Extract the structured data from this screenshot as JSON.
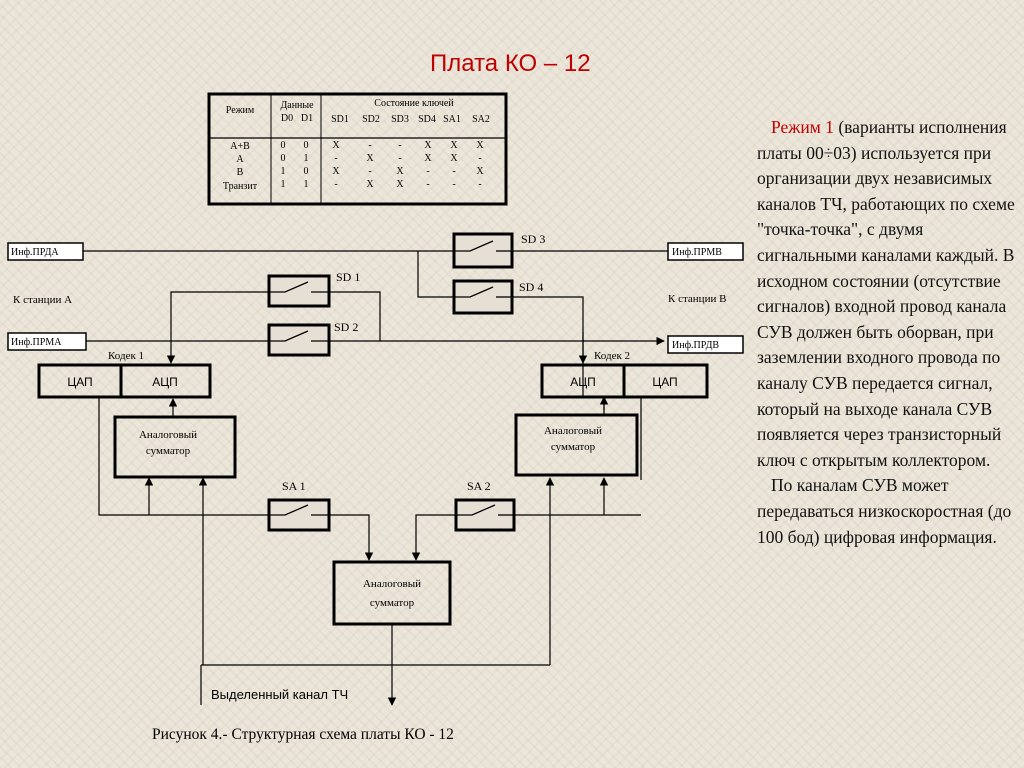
{
  "title": "Плата  КО – 12",
  "caption": "Рисунок 4.- Структурная схема платы КО - 12",
  "table": {
    "header": {
      "mode": "Режим",
      "data": "Данные",
      "data_cols": [
        "D0",
        "D1"
      ],
      "keys": "Состояние ключей",
      "key_cols": [
        "SD1",
        "SD2",
        "SD3",
        "SD4",
        "SA1",
        "SA2"
      ]
    },
    "rows": [
      {
        "mode": "А+В",
        "d0": "0",
        "d1": "0",
        "keys": [
          "X",
          "-",
          "-",
          "X",
          "X",
          "X"
        ]
      },
      {
        "mode": "А",
        "d0": "0",
        "d1": "1",
        "keys": [
          "-",
          "X",
          "-",
          "X",
          "X",
          "-"
        ]
      },
      {
        "mode": "В",
        "d0": "1",
        "d1": "0",
        "keys": [
          "X",
          "-",
          "X",
          "-",
          "-",
          "X"
        ]
      },
      {
        "mode": "Транзит",
        "d0": "1",
        "d1": "1",
        "keys": [
          "-",
          "X",
          "X",
          "-",
          "-",
          "-"
        ]
      }
    ]
  },
  "blocks": {
    "inf_prda": "Инф.ПРДА",
    "inf_prma": "Инф.ПРМА",
    "inf_prmv": "Инф.ПРМВ",
    "inf_prdv": "Инф.ПРДВ",
    "station_a": "К станции А",
    "station_b": "К станции В",
    "codec1": "Кодек 1",
    "codec2": "Кодек 2",
    "dac": "ЦАП",
    "adc": "АЦП",
    "summator_line1": "Аналоговый",
    "summator_line2": "сумматор",
    "sd1": "SD 1",
    "sd2": "SD 2",
    "sd3": "SD 3",
    "sd4": "SD 4",
    "sa1": "SA 1",
    "sa2": "SA 2",
    "output_channel": "Выделенный канал ТЧ"
  },
  "description": {
    "accent": "Режим 1",
    "para1": " (варианты исполнения платы 00÷03) используется при организации двух независимых каналов ТЧ, работающих по схеме \"точка-точка\", с  двумя сигнальными каналами каждый. В исходном состоянии (отсутствие сигналов) входной провод канала СУВ должен быть оборван, при заземлении входного провода по каналу СУВ передается сигнал, который на выходе канала СУВ появляется через транзисторный ключ с открытым коллектором.",
    "para2": "По каналам СУВ может передаваться низкоскоростная (до 100 бод) цифровая информация."
  }
}
